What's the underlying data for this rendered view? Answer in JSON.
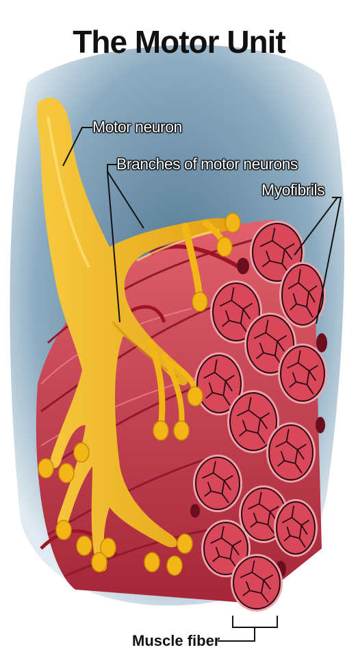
{
  "title": "The Motor Unit",
  "labels": {
    "motor_neuron": "Motor neuron",
    "branches": "Branches of motor neurons",
    "myofibrils": "Myofibrils",
    "muscle_fiber": "Muscle fiber"
  },
  "colors": {
    "neuron": "#f2b617",
    "neuron_shadow": "#c98a0a",
    "muscle": "#c83a4a",
    "muscle_dark": "#8e1a2c",
    "fiber_face": "#d9475a",
    "fiber_edge": "#f1a2aa",
    "backdrop": "#4f7390"
  }
}
